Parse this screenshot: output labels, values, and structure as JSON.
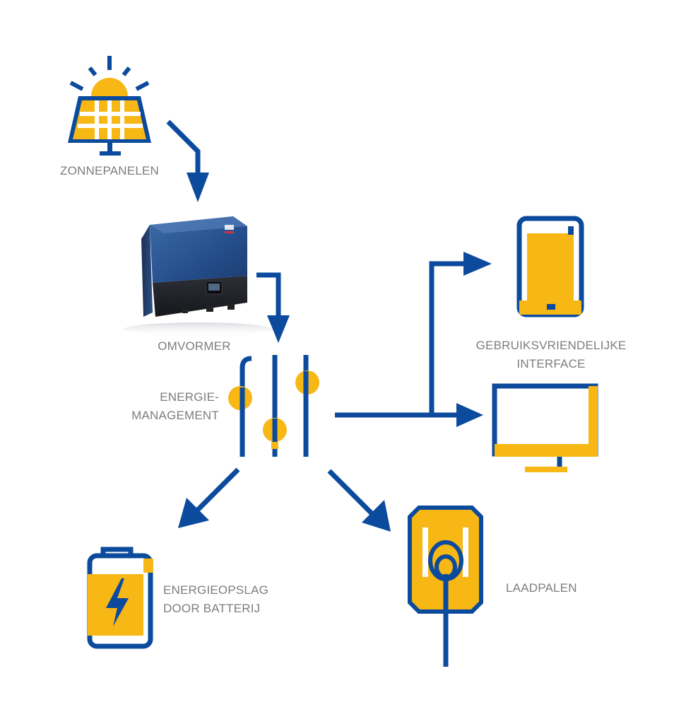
{
  "colors": {
    "blue": "#0b4a9c",
    "yellow": "#f7b715",
    "label_gray": "#7d7d7d",
    "background": "#ffffff"
  },
  "nodes": {
    "solar_panels": {
      "label": "ZONNEPANELEN",
      "icon": "solar-panel-icon"
    },
    "inverter": {
      "label": "OMVORMER",
      "icon": "inverter-device-icon"
    },
    "energy_management": {
      "label_line1": "ENERGIE-",
      "label_line2": "MANAGEMENT",
      "icon": "sliders-icon"
    },
    "user_interface": {
      "label_line1": "GEBRUIKSVRIENDELIJKE",
      "label_line2": "INTERFACE",
      "icon_tablet": "tablet-icon",
      "icon_monitor": "monitor-icon"
    },
    "battery_storage": {
      "label_line1": "ENERGIEOPSLAG",
      "label_line2": "DOOR BATTERIJ",
      "icon": "battery-icon"
    },
    "charging_station": {
      "label": "LAADPALEN",
      "icon": "charging-station-icon"
    }
  },
  "flows": [
    {
      "from": "solar_panels",
      "to": "inverter"
    },
    {
      "from": "inverter",
      "to": "energy_management"
    },
    {
      "from": "energy_management",
      "to": "user_interface"
    },
    {
      "from": "energy_management",
      "to": "battery_storage"
    },
    {
      "from": "energy_management",
      "to": "charging_station"
    }
  ]
}
